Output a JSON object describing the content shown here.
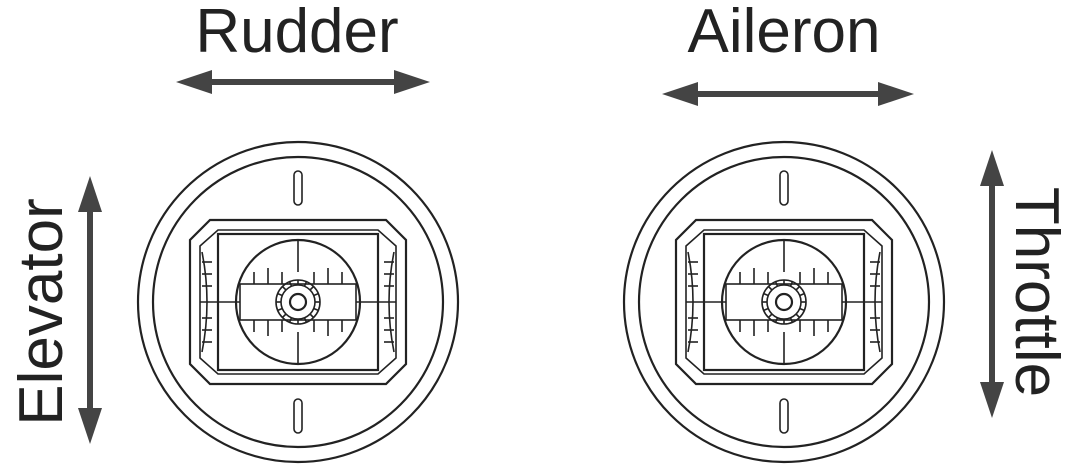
{
  "labels": {
    "rudder": "Rudder",
    "aileron": "Aileron",
    "elevator": "Elevator",
    "throttle": "Throttle"
  },
  "colors": {
    "line": "#222222",
    "arrow": "#444444",
    "background": "#ffffff"
  },
  "sticks": [
    {
      "name": "left-gimbal",
      "axes": [
        "Rudder",
        "Elevator"
      ]
    },
    {
      "name": "right-gimbal",
      "axes": [
        "Aileron",
        "Throttle"
      ]
    }
  ]
}
